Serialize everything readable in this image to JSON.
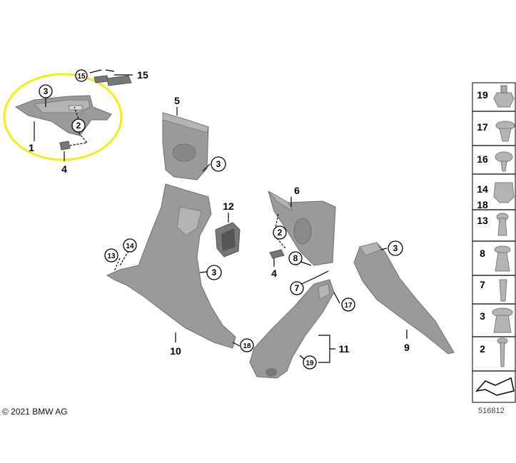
{
  "callouts": {
    "c1": "1",
    "c2a": "2",
    "c2b": "2",
    "c3a": "3",
    "c3b": "3",
    "c3c": "3",
    "c3d": "3",
    "c4a": "4",
    "c4b": "4",
    "c5": "5",
    "c6": "6",
    "c7": "7",
    "c8": "8",
    "c9": "9",
    "c10": "10",
    "c11": "11",
    "c12": "12",
    "c13": "13",
    "c14": "14",
    "c15a": "15",
    "c15b": "15",
    "c17": "17",
    "c18": "18",
    "c19": "19"
  },
  "sidebar": {
    "items": [
      {
        "label": "19"
      },
      {
        "label": "17"
      },
      {
        "label": "16"
      },
      {
        "label": "14"
      },
      {
        "label": "18"
      },
      {
        "label": "13"
      },
      {
        "label": "8"
      },
      {
        "label": "7"
      },
      {
        "label": "3"
      },
      {
        "label": "2"
      }
    ]
  },
  "footer": {
    "copyright": "© 2021 BMW AG",
    "diagram_number": "516812"
  },
  "highlight": {
    "color": "#f4ee0e"
  }
}
